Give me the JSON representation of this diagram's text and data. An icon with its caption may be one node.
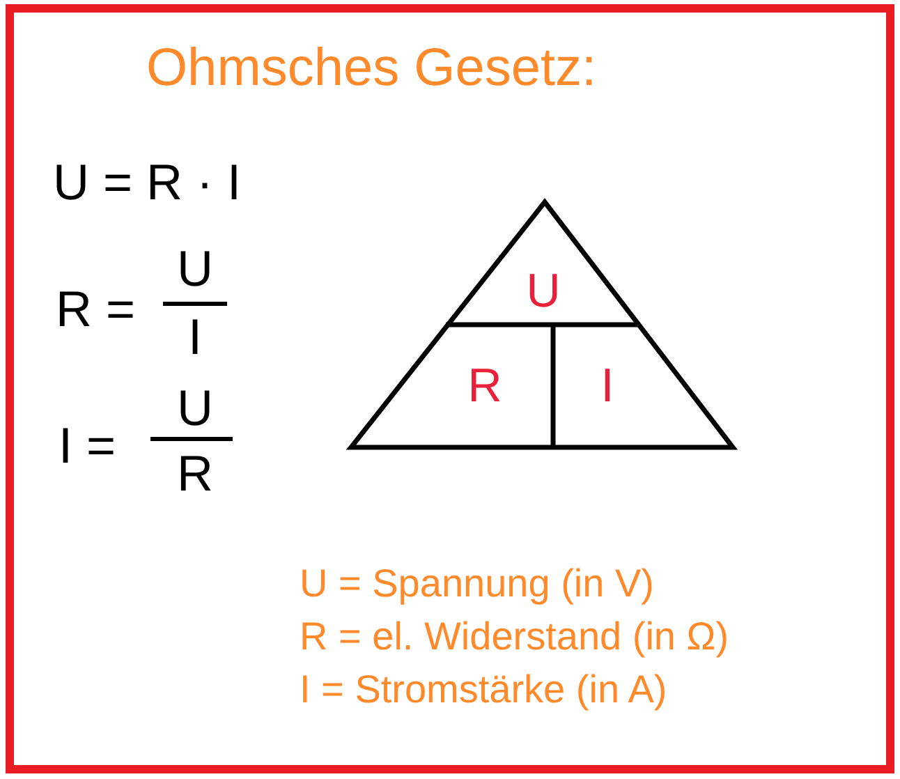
{
  "diagram": {
    "title": "Ohmsches Gesetz:",
    "nodes": [
      {
        "text": [],
        "shape": "triangle"
      },
      {
        "text": [
          "U"
        ],
        "in": 0
      },
      {
        "text": [
          "R"
        ],
        "in": 0
      },
      {
        "text": [
          "I"
        ],
        "in": 0
      }
    ],
    "edges": [],
    "labels": [
      "U = R · I",
      "R =",
      "U",
      "I",
      "I =",
      "U",
      "R",
      "U = Spannung (in V)",
      "R = el. Widerstand (in Ω)",
      "I = Stromstärke (in A)"
    ]
  }
}
